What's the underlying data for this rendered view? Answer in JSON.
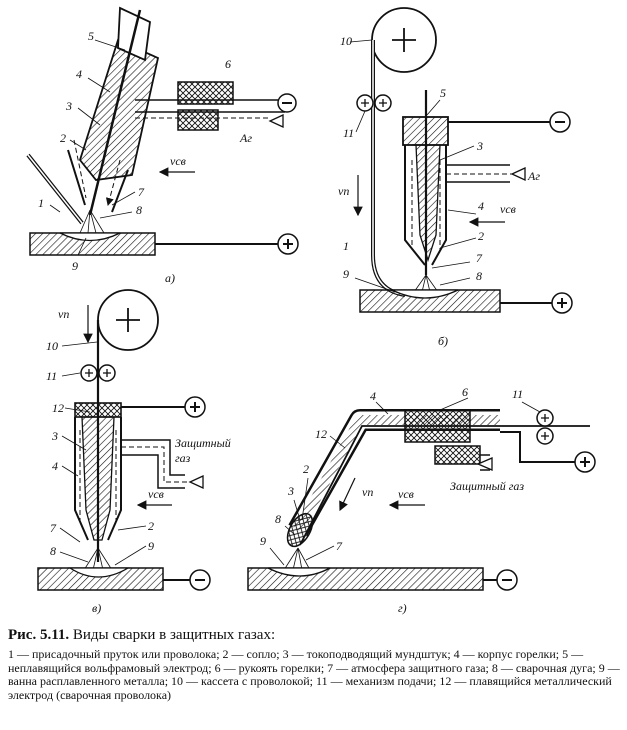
{
  "labels": {
    "a": {
      "n1": "1",
      "n2": "2",
      "n3": "3",
      "n4": "4",
      "n5": "5",
      "n6": "6",
      "n7": "7",
      "n8": "8",
      "n9": "9",
      "gas": "Аг",
      "vcv": "vсв",
      "sub": "а)"
    },
    "b": {
      "n10": "10",
      "n11": "11",
      "n1": "1",
      "n2": "2",
      "n3": "3",
      "n4": "4",
      "n5": "5",
      "n7": "7",
      "n8": "8",
      "n9": "9",
      "gas": "Аг",
      "vcv": "vсв",
      "vp": "vп",
      "sub": "б)"
    },
    "v": {
      "vp": "vп",
      "n10": "10",
      "n11": "11",
      "n12": "12",
      "n3": "3",
      "n4": "4",
      "n2": "2",
      "n7": "7",
      "n8": "8",
      "n9": "9",
      "gas1": "Защитный",
      "gas2": "газ",
      "vcv": "vсв",
      "sub": "в)"
    },
    "g": {
      "n4": "4",
      "n6": "6",
      "n11": "11",
      "n12": "12",
      "n2": "2",
      "n3": "3",
      "n7": "7",
      "n8": "8",
      "n9": "9",
      "gas": "Защитный газ",
      "vcv": "vсв",
      "vp": "vп",
      "sub": "г)"
    }
  },
  "caption": {
    "number": "Рис. 5.11.",
    "title": "Виды сварки в защитных газах:",
    "legend": "1 — присадочный пруток или проволока; 2 — сопло; 3 — токоподводящий мундштук; 4 — корпус горелки; 5 — неплавящийся вольфрамовый электрод; 6 — рукоять горелки; 7 — атмосфера защитного газа; 8 — сварочная дуга; 9 — ванна расплавленного металла; 10 — кассета с проволокой; 11 — механизм подачи; 12 — плавящийся металлический электрод (сварочная проволока)"
  }
}
